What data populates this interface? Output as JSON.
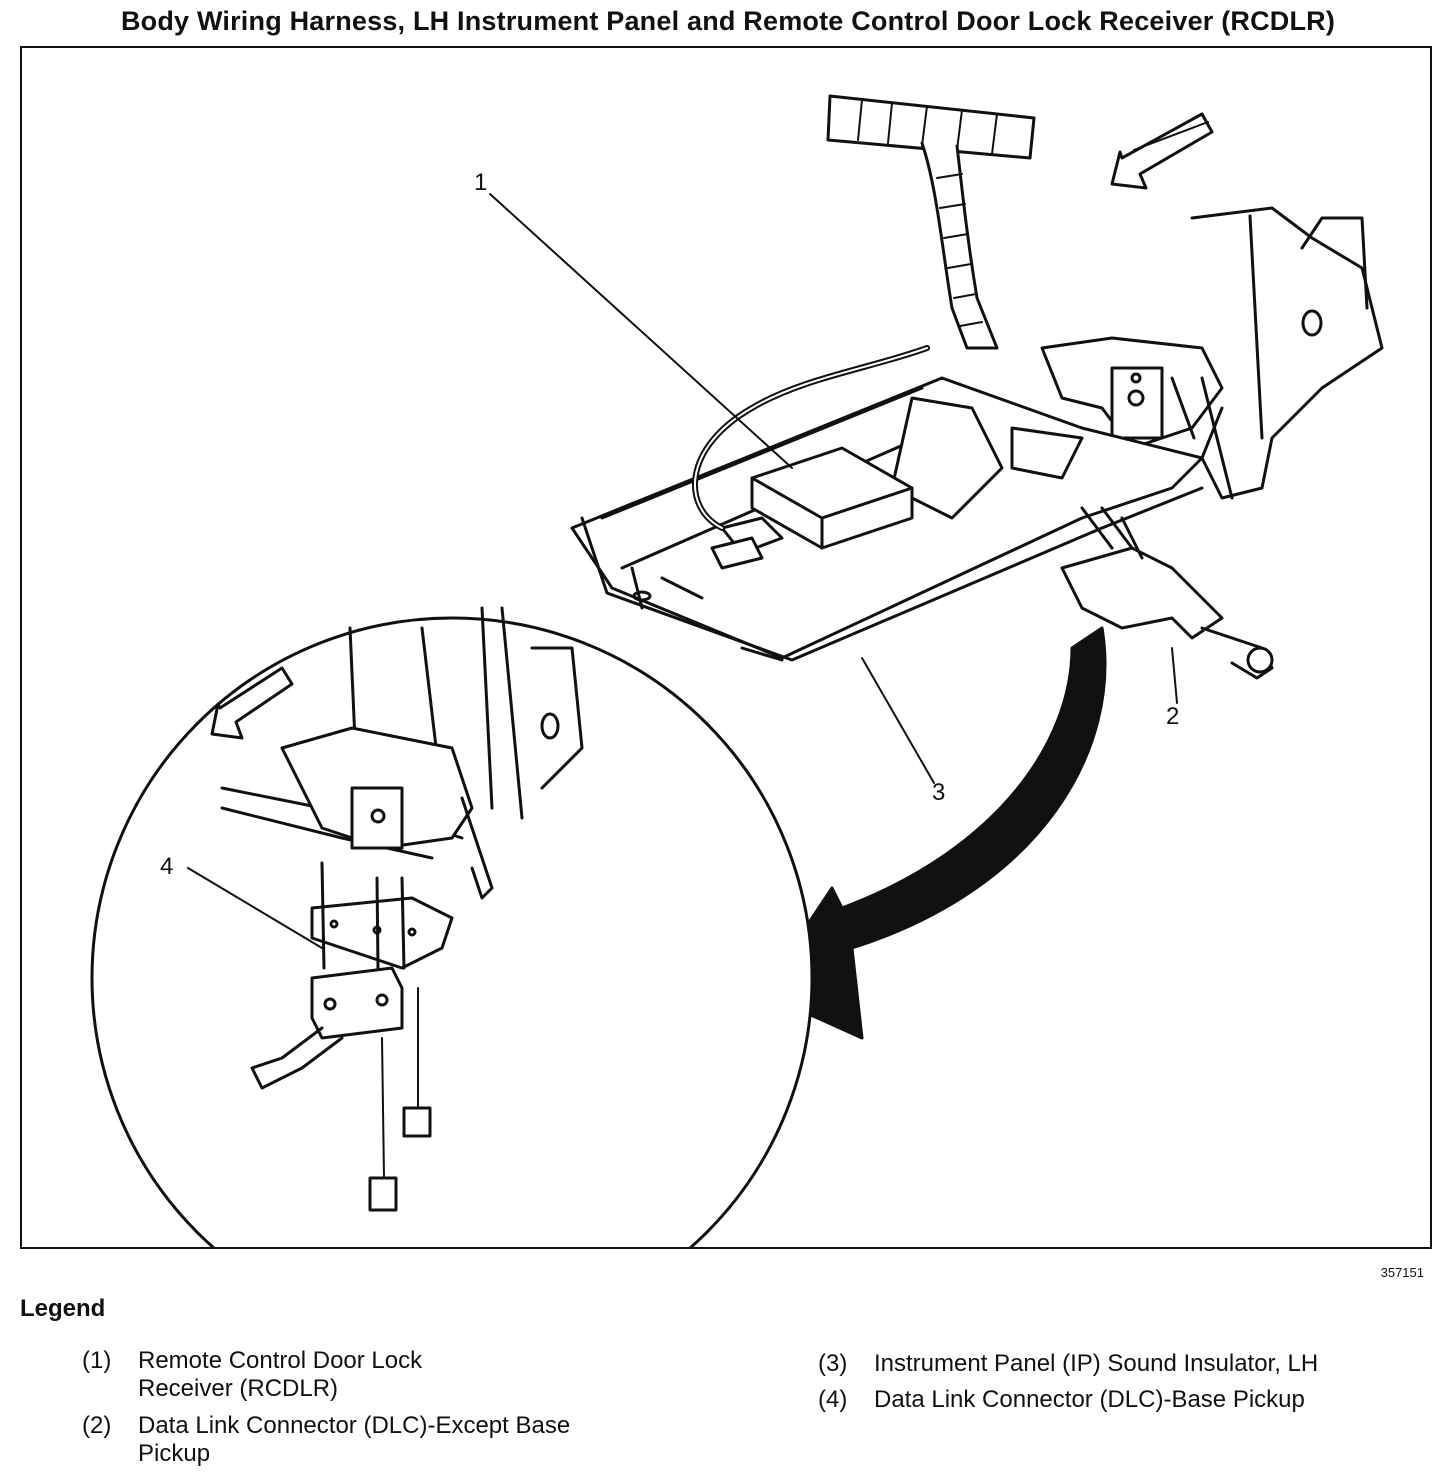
{
  "title": "Body Wiring Harness, LH Instrument Panel and Remote Control Door Lock Receiver (RCDLR)",
  "figure_id": "357151",
  "callouts": [
    "1",
    "2",
    "3",
    "4"
  ],
  "legend": {
    "heading": "Legend",
    "items": [
      {
        "num": "(1)",
        "text_line1": "Remote Control Door Lock",
        "text_line2": "Receiver (RCDLR)"
      },
      {
        "num": "(2)",
        "text_line1": "Data Link Connector (DLC)-Except Base",
        "text_line2": "Pickup"
      },
      {
        "num": "(3)",
        "text_line1": "Instrument Panel (IP) Sound Insulator, LH",
        "text_line2": ""
      },
      {
        "num": "(4)",
        "text_line1": "Data Link Connector (DLC)-Base Pickup",
        "text_line2": ""
      }
    ]
  }
}
